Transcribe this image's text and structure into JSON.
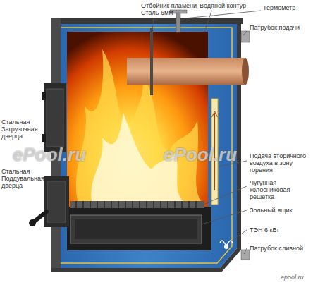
{
  "diagram": {
    "labels": [
      "Отбойник пламени Сталь 6мм",
      "Водяной контур",
      "Термометр",
      "Патрубок подачи",
      "Стальная Загрузочная дверца",
      "Стальная Поддувальная дверца",
      "Подача вторичного воздуха в зону горения",
      "Чугунная колосниковая решетка",
      "Зольный ящик",
      "ТЭН 6 кВт",
      "Патрубок сливной",
      "ePool.ru",
      "ePool.ru",
      "epool.ru"
    ]
  }
}
